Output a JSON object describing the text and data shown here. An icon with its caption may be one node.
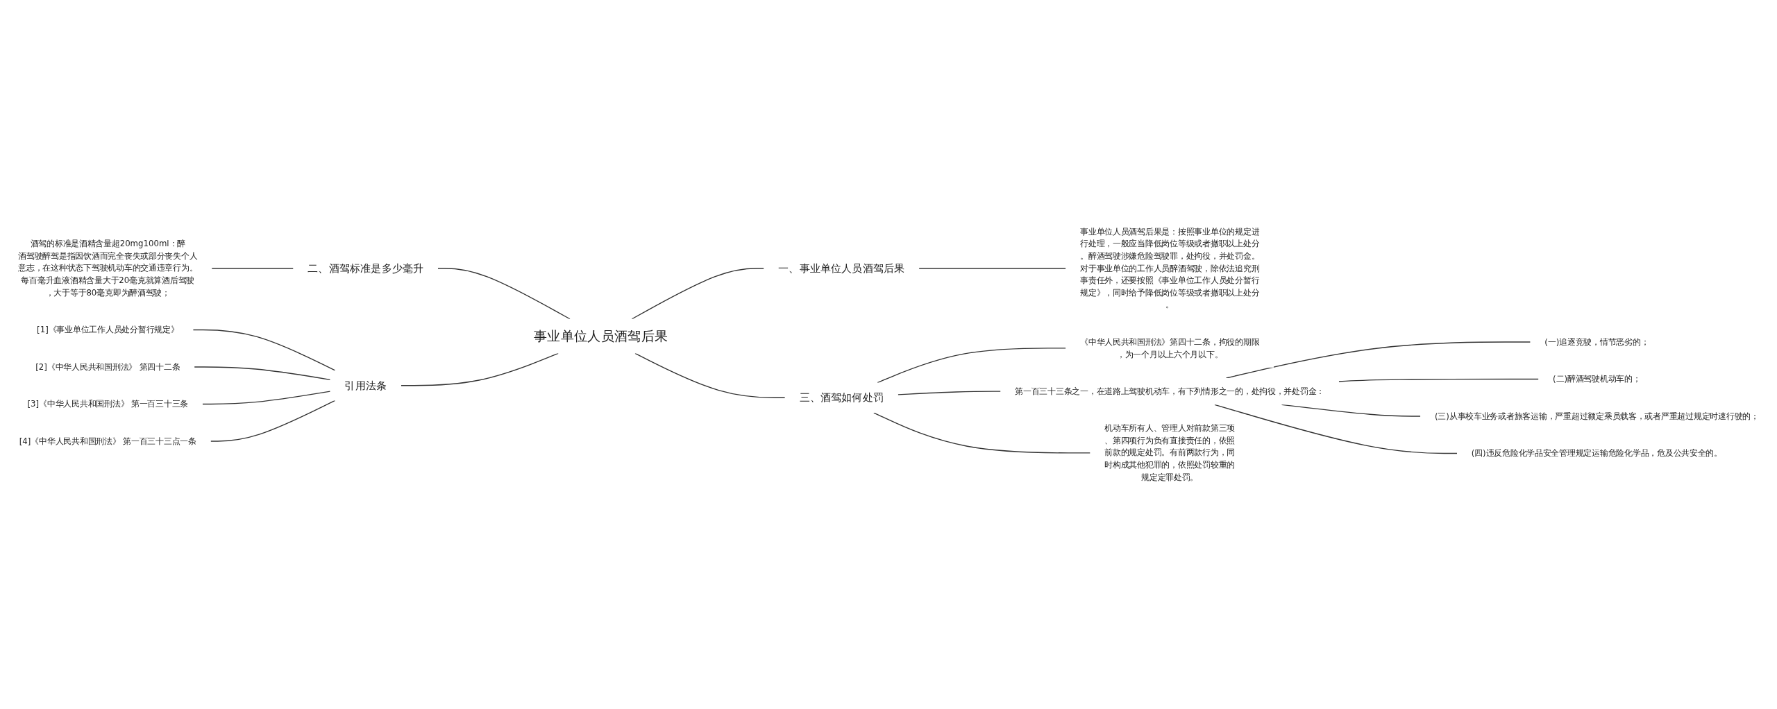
{
  "diagram": {
    "nodes": [
      {
        "text": [
          "事业单位人员酒驾后果"
        ]
      },
      {
        "text": [
          "一、事业单位人员酒驾后果"
        ]
      },
      {
        "text": [
          "事业单位人员酒驾后果是：按照事业单位的规定进行处理，一般应当降低岗位等级或者撤职以上处分。醉酒驾驶涉嫌危险驾驶罪，处拘役，并处罚金。对于事业单位的工作人员醉酒驾驶，除依法追究刑事责任外，还要按照《事业单位工作人员处分暂行规定》，同时给予降低岗位等级或者撤职以上处分。"
        ]
      },
      {
        "text": [
          "二、酒驾标准是多少毫升"
        ]
      },
      {
        "text": [
          "酒驾的标准是酒精含量超20mg100ml：醉酒驾驶醉驾是指因饮酒而完全丧失或部分丧失个人意志，在这种状态下驾驶机动车的交通违章行为。每百毫升血液酒精含量大于20毫克就算酒后驾驶，大于等于80毫克即为醉酒驾驶；"
        ]
      },
      {
        "text": [
          "引用法条"
        ]
      },
      {
        "text": [
          "[1]《事业单位工作人员处分暂行规定》"
        ]
      },
      {
        "text": [
          "[2]《中华人民共和国刑法》 第四十二条"
        ]
      },
      {
        "text": [
          "[3]《中华人民共和国刑法》 第一百三十三条"
        ]
      },
      {
        "text": [
          "[4]《中华人民共和国刑法》 第一百三十三点一条"
        ]
      },
      {
        "text": [
          "三、酒驾如何处罚"
        ]
      },
      {
        "text": [
          "《中华人民共和国刑法》第四十二条，拘役的期限，为一个月以上六个月以下。"
        ]
      },
      {
        "text": [
          "第一百三十三条之一，在道路上驾驶机动车，有下列情形之一的，处拘役，并处罚金："
        ]
      },
      {
        "text": [
          "(一)追逐竞驶，情节恶劣的；"
        ]
      },
      {
        "text": [
          "(二)醉酒驾驶机动车的；"
        ]
      },
      {
        "text": [
          "(三)从事校车业务或者旅客运输，严重超过额定乘员载客，或者严重超过规定时速行驶的；"
        ]
      },
      {
        "text": [
          "(四)违反危险化学品安全管理规定运输危险化学品，危及公共安全的。"
        ]
      },
      {
        "text": [
          "机动车所有人、管理人对前款第三项、第四项行为负有直接责任的，依照前款的规定处罚。有前两款行为，同时构成其他犯罪的，依照处罚较重的规定定罪处罚。"
        ]
      }
    ],
    "edges": [
      {
        "from": 0,
        "to": 1,
        "arrow": "none"
      },
      {
        "from": 1,
        "to": 2,
        "arrow": "none"
      },
      {
        "from": 0,
        "to": 3,
        "arrow": "none"
      },
      {
        "from": 3,
        "to": 4,
        "arrow": "none"
      },
      {
        "from": 0,
        "to": 5,
        "arrow": "none"
      },
      {
        "from": 5,
        "to": 6,
        "arrow": "none"
      },
      {
        "from": 5,
        "to": 7,
        "arrow": "none"
      },
      {
        "from": 5,
        "to": 8,
        "arrow": "none"
      },
      {
        "from": 5,
        "to": 9,
        "arrow": "none"
      },
      {
        "from": 0,
        "to": 10,
        "arrow": "none"
      },
      {
        "from": 10,
        "to": 11,
        "arrow": "none"
      },
      {
        "from": 10,
        "to": 12,
        "arrow": "none"
      },
      {
        "from": 12,
        "to": 13,
        "arrow": "none"
      },
      {
        "from": 12,
        "to": 14,
        "arrow": "none"
      },
      {
        "from": 12,
        "to": 15,
        "arrow": "none"
      },
      {
        "from": 12,
        "to": 16,
        "arrow": "none"
      },
      {
        "from": 10,
        "to": 17,
        "arrow": "none"
      }
    ]
  }
}
